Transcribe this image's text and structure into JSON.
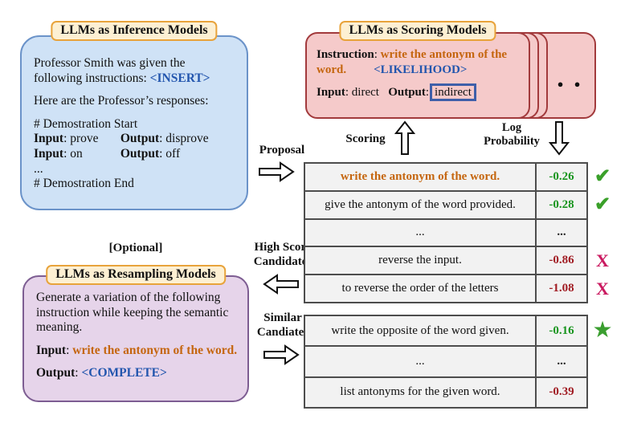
{
  "inference_box": {
    "title": "LLMs as Inference Models",
    "p1_l1": "Professor Smith was given the",
    "p1_l2": "following instructions: ",
    "insert_token": "<INSERT>",
    "p2": "Here are the Professor’s responses:",
    "demo_start": "# Demostration Start",
    "io1": {
      "l1": "Input",
      "v1": ": prove",
      "l2": "Output",
      "v2": ": disprove"
    },
    "io2": {
      "l1": "Input",
      "v1": ": on",
      "l2": "Output",
      "v2": ": off"
    },
    "ellipsis": "...",
    "demo_end": "# Demostration End"
  },
  "scoring_box": {
    "title": "LLMs as Scoring Models",
    "instruction_label": "Instruction",
    "instruction_sep": ": ",
    "instruction_l1": "write the antonym of the",
    "instruction_l2": "word.",
    "likelihood_token": "<LIKELIHOOD>",
    "input_label": "Input",
    "input_value": ": direct",
    "output_label": "Output",
    "output_sep": ":",
    "output_value": "indirect",
    "dots": "● ● ●"
  },
  "flow_labels": {
    "proposal": "Proposal",
    "scoring": "Scoring",
    "log_prob_l1": "Log",
    "log_prob_l2": "Probability",
    "high_score_l1": "High Score",
    "high_score_l2": "Candidates",
    "similar_l1": "Similar",
    "similar_l2": "Candiates"
  },
  "score_table": {
    "rows": [
      {
        "text": "write the antonym of the word.",
        "score": "-0.26",
        "tone": "green",
        "mark": "check",
        "highlight": true
      },
      {
        "text": "give the antonym of the word provided.",
        "score": "-0.28",
        "tone": "green",
        "mark": "check",
        "highlight": false
      },
      {
        "text": "...",
        "score": "...",
        "tone": "plain",
        "mark": "none",
        "highlight": false
      },
      {
        "text": "reverse the input.",
        "score": "-0.86",
        "tone": "red",
        "mark": "cross",
        "highlight": false
      },
      {
        "text": "to reverse the order of the letters",
        "score": "-1.08",
        "tone": "red",
        "mark": "cross",
        "highlight": false
      }
    ]
  },
  "resample_table": {
    "rows": [
      {
        "text": "write the opposite of the word given.",
        "score": "-0.16",
        "tone": "green",
        "mark": "star",
        "highlight": false
      },
      {
        "text": "...",
        "score": "...",
        "tone": "plain",
        "mark": "none",
        "highlight": false
      },
      {
        "text": "list antonyms for the given word.",
        "score": "-0.39",
        "tone": "red",
        "mark": "none",
        "highlight": false
      }
    ]
  },
  "resampling_box": {
    "optional_tag": "[Optional]",
    "title": "LLMs as Resampling Models",
    "body_l1": "Generate a variation of the following",
    "body_l2": "instruction while keeping the semantic",
    "body_l3": "meaning.",
    "input_label": "Input",
    "input_sep": ": ",
    "input_text": "write the antonym of the word.",
    "output_label": "Output",
    "output_sep": ": ",
    "output_token": "<COMPLETE>"
  },
  "icons": {
    "check": "✔",
    "cross": "X",
    "star": "★"
  },
  "colors": {
    "blue_box_fill": "#cfe2f6",
    "blue_box_border": "#6b93c9",
    "red_card_fill": "#f5caca",
    "red_card_border": "#a23a3c",
    "purple_box_fill": "#e6d4ea",
    "purple_box_border": "#7d5d92",
    "badge_fill": "#fdf0d3",
    "badge_border": "#e8a33b",
    "orange_text": "#c5660f",
    "blue_text": "#2356ae",
    "score_green": "#17941d",
    "score_red": "#a01b22",
    "check_green": "#3aa02a",
    "cross_magenta": "#ca1a60",
    "star_green": "#3a9e2f",
    "table_cell": "#f2f2f2",
    "table_border": "#4d4d4d",
    "output_box_border": "#3e5fa9"
  }
}
